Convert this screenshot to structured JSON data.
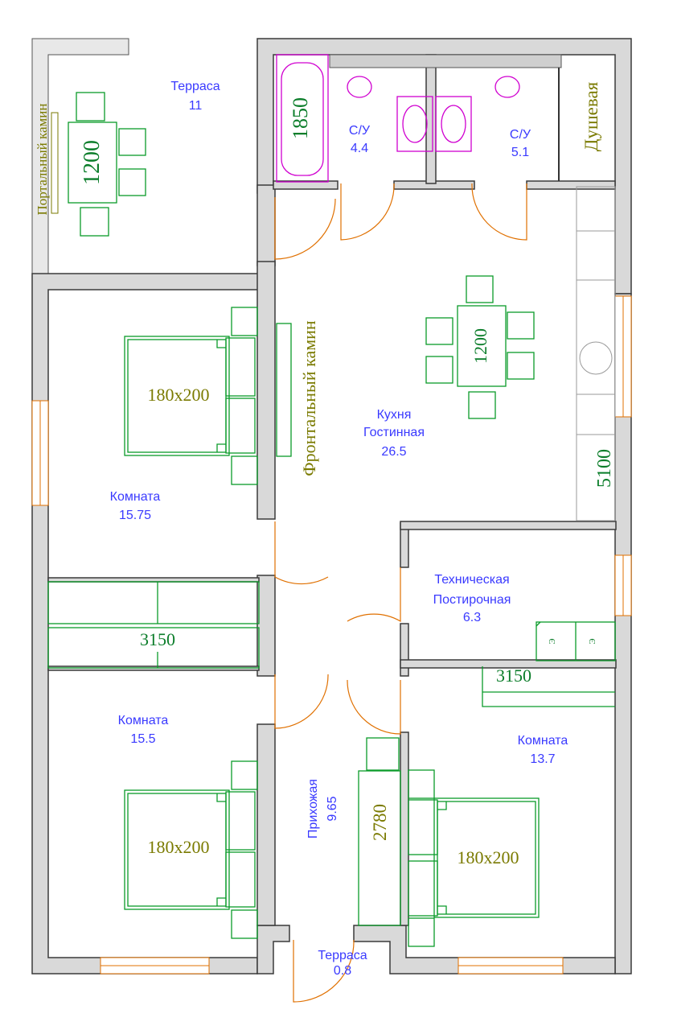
{
  "rooms": {
    "terrace_top": {
      "name": "Терраса",
      "area": "11"
    },
    "bath1": {
      "name": "С/У",
      "area": "4.4"
    },
    "bath2": {
      "name": "С/У",
      "area": "5.1"
    },
    "shower": {
      "name": "Душевая"
    },
    "kitchen": {
      "name_line1": "Кухня",
      "name_line2": "Гостинная",
      "area": "26.5"
    },
    "room_left_top": {
      "name": "Комната",
      "area": "15.75"
    },
    "technical": {
      "name_line1": "Техническая",
      "name_line2": "Постирочная",
      "area": "6.3"
    },
    "room_left_bottom": {
      "name": "Комната",
      "area": "15.5"
    },
    "room_right_bottom": {
      "name": "Комната",
      "area": "13.7"
    },
    "hallway": {
      "name": "Прихожая",
      "area": "9.65"
    },
    "terrace_small": {
      "name": "Терраса",
      "area": "0.8"
    }
  },
  "labels": {
    "portal_fireplace": "Портальный камин",
    "front_fireplace": "Фронтальный камин",
    "terrace_table": "1200",
    "bathtub": "1850",
    "kitchen_table": "1200",
    "kitchen_counter": "5100",
    "bed_top_left": "180x200",
    "wardrobe_left": "3150",
    "bed_bottom_left": "180x200",
    "wardrobe_right": "3150",
    "hall_wardrobe": "2780",
    "bed_bottom_right": "180x200",
    "washer1": "Э",
    "washer2": "Э"
  }
}
